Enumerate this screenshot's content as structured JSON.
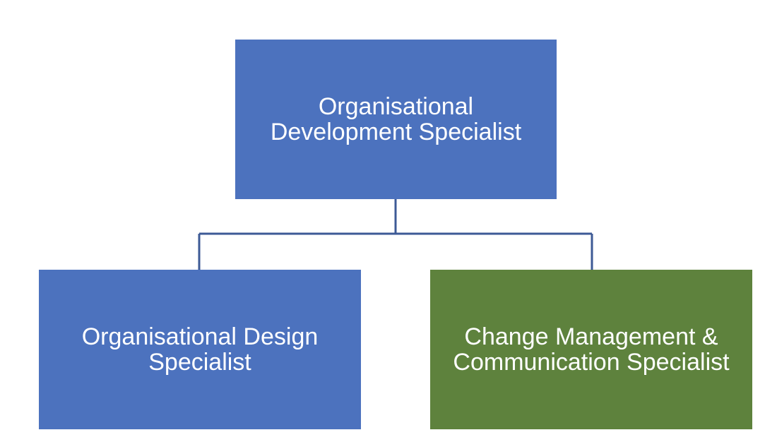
{
  "colors": {
    "root_fill": "#4c72be",
    "left_fill": "#4c72be",
    "right_fill": "#5e823d",
    "connector": "#3d5a96",
    "text": "#ffffff"
  },
  "nodes": {
    "root": {
      "line1": "Organisational",
      "line2": "Development Specialist"
    },
    "left": {
      "line1": "Organisational Design",
      "line2": "Specialist"
    },
    "right": {
      "line1": "Change Management &",
      "line2": "Communication Specialist"
    }
  }
}
